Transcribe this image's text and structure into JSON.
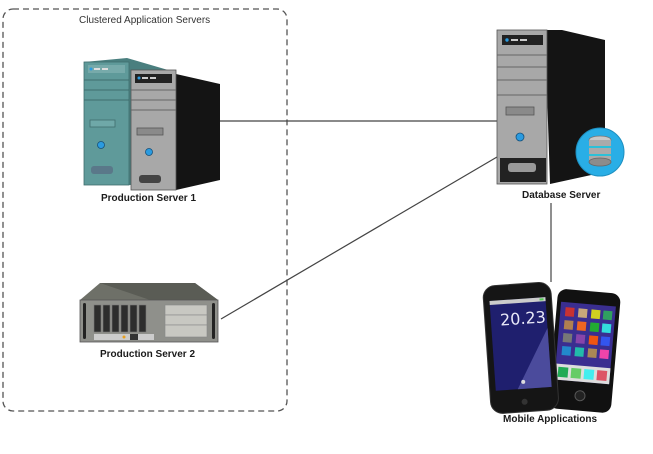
{
  "diagram": {
    "cluster": {
      "title": "Clustered Application Servers"
    },
    "nodes": {
      "production_server_1": {
        "label": "Production Server 1"
      },
      "production_server_2": {
        "label": "Production Server 2"
      },
      "database_server": {
        "label": "Database Server"
      },
      "mobile_applications": {
        "label": "Mobile Applications",
        "phone_clock": "20.23"
      }
    },
    "edges": [
      {
        "from": "production_server_1",
        "to": "database_server"
      },
      {
        "from": "production_server_2",
        "to": "database_server"
      },
      {
        "from": "database_server",
        "to": "mobile_applications"
      }
    ],
    "colors": {
      "connector": "#444444",
      "cluster_border": "#555555",
      "db_badge": "#29aee6",
      "tower_teal": "#5f9a9a",
      "tower_gray": "#a8a8a8",
      "phone_screen": "#1f1f6e"
    }
  }
}
